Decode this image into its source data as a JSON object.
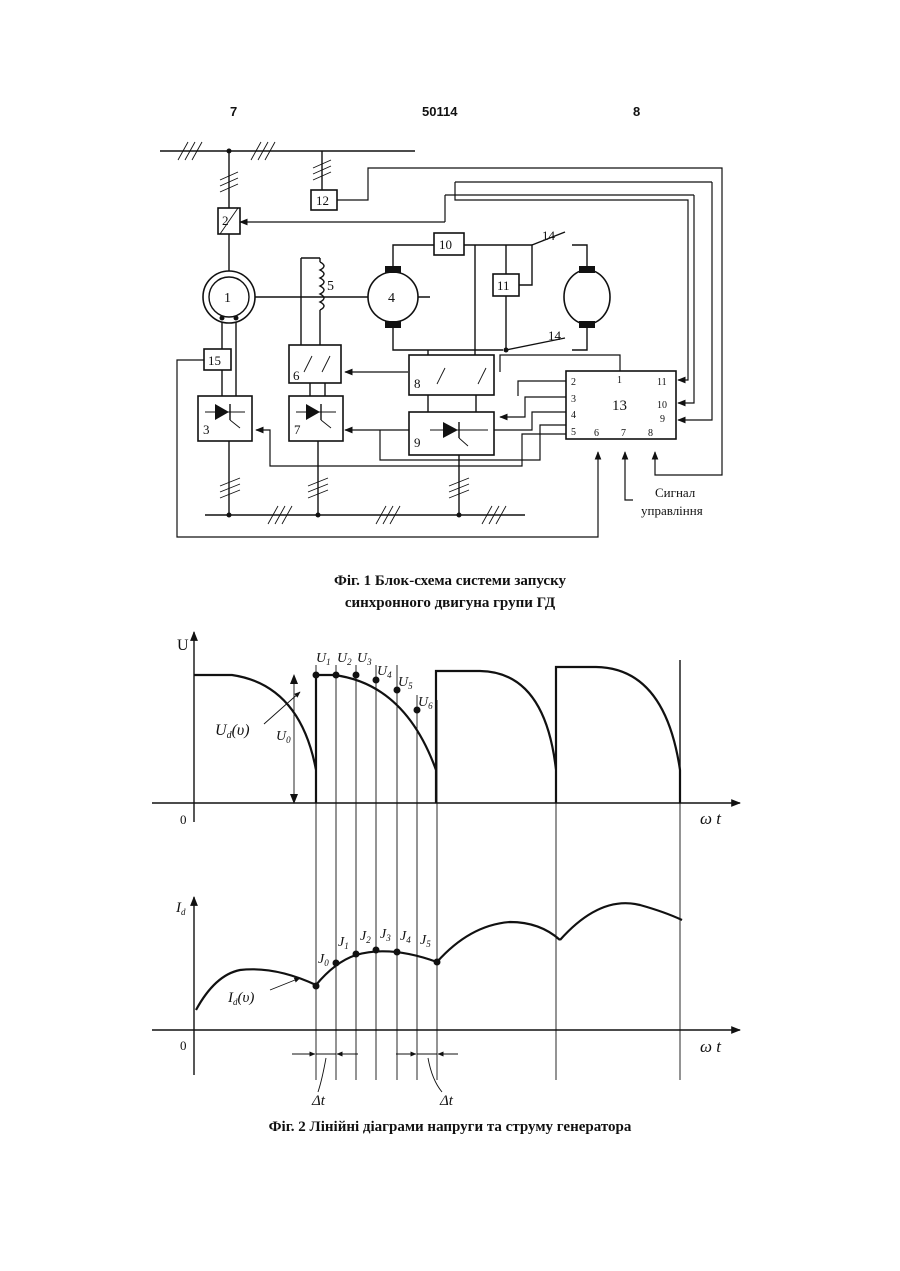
{
  "header": {
    "page_left": "7",
    "patent_number": "50114",
    "page_right": "8"
  },
  "fig1": {
    "blocks": [
      "1",
      "2",
      "3",
      "4",
      "5",
      "6",
      "7",
      "8",
      "9",
      "10",
      "11",
      "12",
      "13",
      "14",
      "15"
    ],
    "switch_label": "14",
    "block13_pins": [
      "2",
      "1",
      "11",
      "3",
      "4",
      "10",
      "9",
      "5",
      "6",
      "7",
      "8"
    ],
    "control_signal_line1": "Сигнал",
    "control_signal_line2": "управління",
    "caption_line1": "Фіг. 1 Блок-схема системи запуску",
    "caption_line2": "синхронного двигуна групи ГД"
  },
  "fig2": {
    "voltage_axis": "U",
    "current_axis": "I",
    "current_axis_sub": "d",
    "origin": "0",
    "time_axis": "ω t",
    "voltage_curve": "U",
    "voltage_curve_sub": "d",
    "voltage_curve_arg": "(υ)",
    "current_curve": "I",
    "current_curve_sub": "d",
    "current_curve_arg": "(υ)",
    "u0": "U",
    "u0_sub": "0",
    "voltage_points": [
      {
        "sym": "U",
        "sub": "1"
      },
      {
        "sym": "U",
        "sub": "2"
      },
      {
        "sym": "U",
        "sub": "3"
      },
      {
        "sym": "U",
        "sub": "4"
      },
      {
        "sym": "U",
        "sub": "5"
      },
      {
        "sym": "U",
        "sub": "6"
      }
    ],
    "current_points": [
      {
        "sym": "J",
        "sub": "0"
      },
      {
        "sym": "J",
        "sub": "1"
      },
      {
        "sym": "J",
        "sub": "2"
      },
      {
        "sym": "J",
        "sub": "3"
      },
      {
        "sym": "J",
        "sub": "4"
      },
      {
        "sym": "J",
        "sub": "5"
      }
    ],
    "delta_t": "Δt",
    "caption": "Фіг. 2 Лінійні діаграми напруги та струму генератора"
  }
}
